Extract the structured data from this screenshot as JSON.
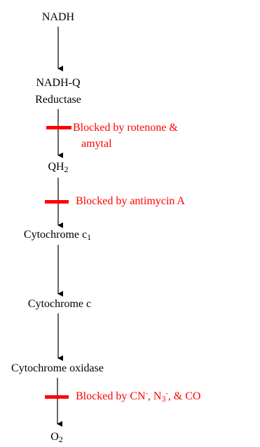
{
  "colors": {
    "text": "#000000",
    "block": "#ff0000",
    "arrow": "#000000"
  },
  "nodes": {
    "nadh": "NADH",
    "reductase_line1": "NADH-Q",
    "reductase_line2": "Reductase",
    "qh2_base": "QH",
    "qh2_sub": "2",
    "cyt_c1_base": "Cytochrome c",
    "cyt_c1_sub": "1",
    "cyt_c": "Cytochrome c",
    "cyt_oxidase": "Cytochrome oxidase",
    "o2_base": "O",
    "o2_sub": "2"
  },
  "blocks": {
    "rotenone_line1": "Blocked by rotenone &",
    "rotenone_line2": "amytal",
    "antimycin": "Blocked by antimycin A",
    "cyanide_part1": "Blocked by CN",
    "cyanide_sup1": "-",
    "cyanide_part2": ", N",
    "cyanide_sub": "3",
    "cyanide_sup2": "-",
    "cyanide_part3": ", & CO"
  }
}
